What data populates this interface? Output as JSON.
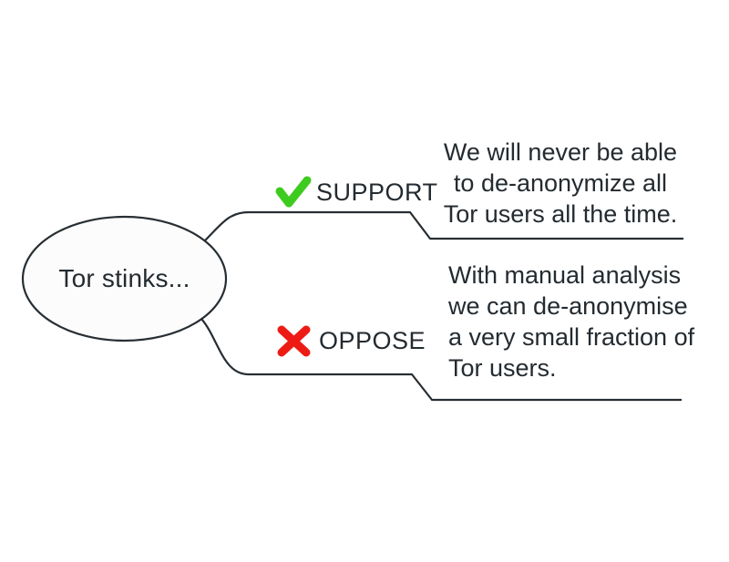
{
  "diagram": {
    "root": {
      "label": "Tor stinks..."
    },
    "branches": [
      {
        "stance": "SUPPORT",
        "icon": "check-icon",
        "text_lines": [
          "We will never be able",
          "to de-anonymize all",
          "Tor users all the time."
        ]
      },
      {
        "stance": "OPPOSE",
        "icon": "cross-icon",
        "text_lines": [
          "With manual analysis",
          "we can de-anonymise",
          "a very small fraction of",
          "Tor users."
        ]
      }
    ],
    "colors": {
      "ink": "#272e33",
      "text": "#242b30",
      "support_green": "#3ecb1f",
      "oppose_red": "#ee1b15",
      "node_fill": "#fcfcfc",
      "background": "#ffffff"
    }
  }
}
